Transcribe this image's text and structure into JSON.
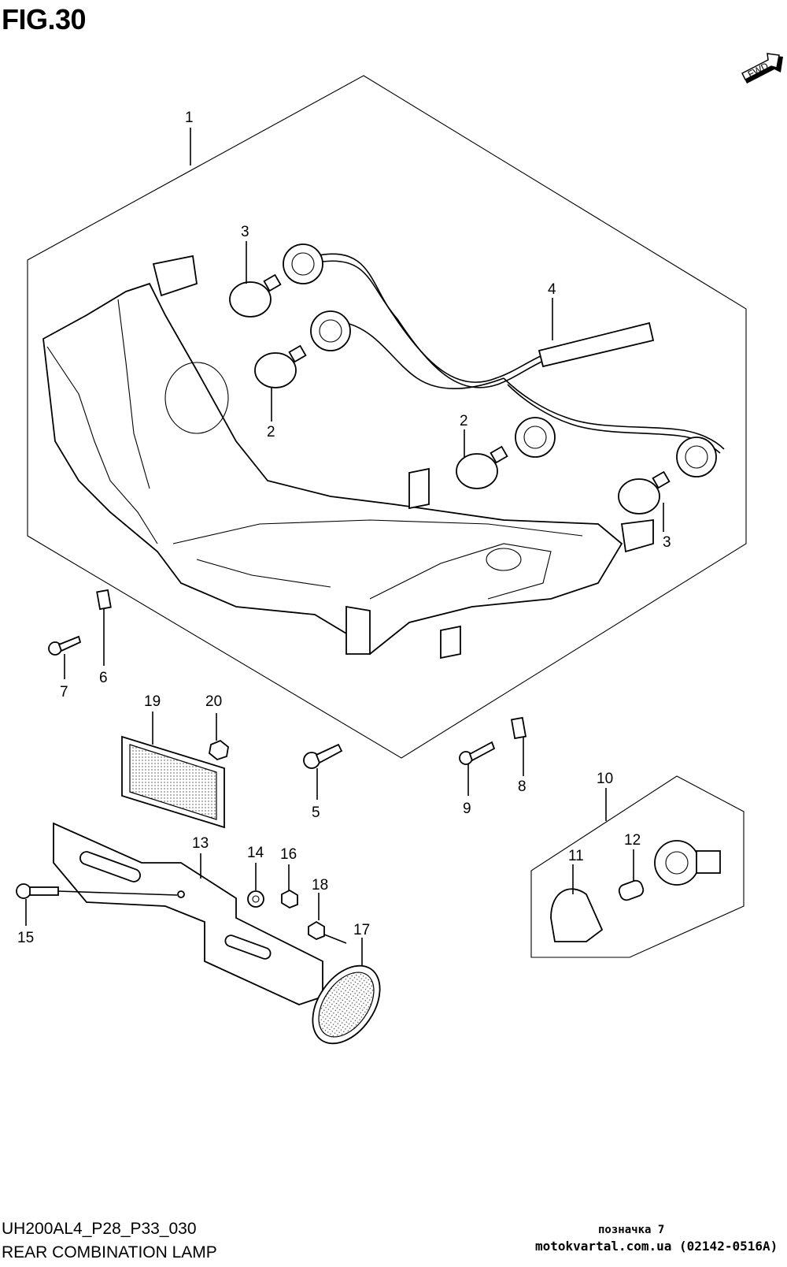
{
  "figure": {
    "number_label": "FIG.30",
    "direction_badge": "FWD"
  },
  "footer": {
    "model_code": "UH200AL4_P28_P33_030",
    "title": "REAR COMBINATION LAMP"
  },
  "watermark": {
    "line1": "позначка 7",
    "line2": "motokvartal.com.ua (02142-0516A)"
  },
  "callouts": [
    {
      "ref": "1",
      "part": "rear-combination-lamp-assembly"
    },
    {
      "ref": "2",
      "part": "bulb"
    },
    {
      "ref": "2",
      "part": "bulb"
    },
    {
      "ref": "3",
      "part": "bulb"
    },
    {
      "ref": "3",
      "part": "bulb"
    },
    {
      "ref": "4",
      "part": "wiring-harness"
    },
    {
      "ref": "5",
      "part": "bolt"
    },
    {
      "ref": "6",
      "part": "clip-nut"
    },
    {
      "ref": "7",
      "part": "screw"
    },
    {
      "ref": "8",
      "part": "clip-nut"
    },
    {
      "ref": "9",
      "part": "screw"
    },
    {
      "ref": "10",
      "part": "license-lamp-assembly"
    },
    {
      "ref": "11",
      "part": "lens"
    },
    {
      "ref": "12",
      "part": "bulb"
    },
    {
      "ref": "13",
      "part": "bracket"
    },
    {
      "ref": "14",
      "part": "washer"
    },
    {
      "ref": "15",
      "part": "bolt"
    },
    {
      "ref": "16",
      "part": "nut"
    },
    {
      "ref": "17",
      "part": "reflector"
    },
    {
      "ref": "18",
      "part": "nut"
    },
    {
      "ref": "19",
      "part": "reflector"
    },
    {
      "ref": "20",
      "part": "nut"
    }
  ]
}
